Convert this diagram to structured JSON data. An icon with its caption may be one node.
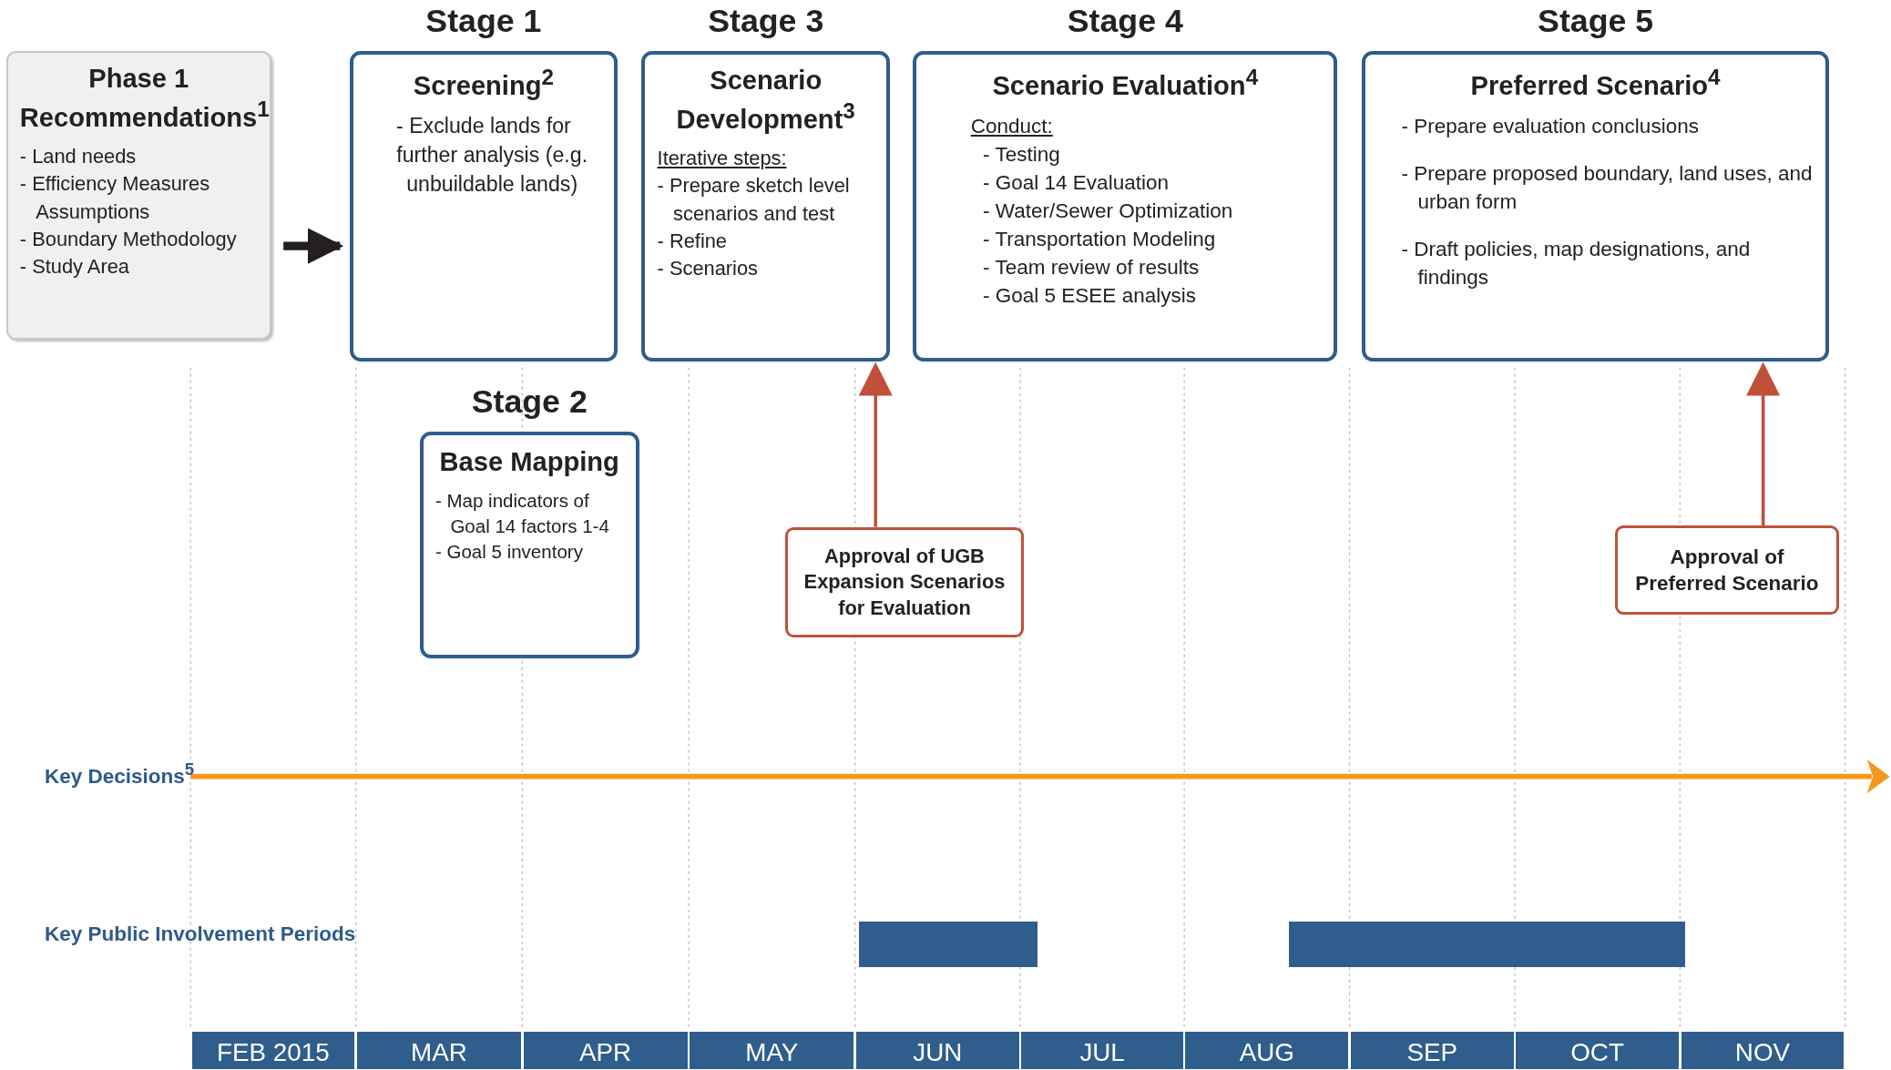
{
  "diagram": {
    "nodes": [
      {
        "text": [
          "Phase 1 Recommendations$^{1}$",
          "- Land needs",
          "- Efficiency Measures Assumptions",
          "- Boundary Methodology",
          "- Study Area"
        ]
      },
      {
        "text": [
          "Stage 1",
          "Screening$^{2}$",
          "- Exclude lands for further analysis (e.g. unbuildable lands)"
        ]
      },
      {
        "text": [
          "Stage 2",
          "Base Mapping",
          "- Map indicators of Goal 14 factors 1-4",
          "- Goal 5 inventory"
        ]
      },
      {
        "text": [
          "Stage 3",
          "Scenario Development$^{3}$",
          "Iterative steps:",
          "- Prepare sketch level scenarios and test",
          "- Refine",
          "- Scenarios"
        ]
      },
      {
        "text": [
          "Stage 4",
          "Scenario Evaluation$^{4}$",
          "Conduct:",
          "- Testing",
          "- Goal 14 Evaluation",
          "- Water/Sewer Optimization",
          "- Transportation Modeling",
          "- Team review of results",
          "- Goal 5 ESEE analysis"
        ]
      },
      {
        "text": [
          "Stage 5",
          "Preferred Scenario$^{4}$",
          "- Prepare evaluation conclusions",
          "- Prepare proposed boundary, land uses, and urban form",
          "- Draft policies, map designations, and findings"
        ]
      },
      {
        "text": [
          "Approval of UGB Expansion Scenarios for Evaluation"
        ]
      },
      {
        "text": [
          "Approval of Preferred Scenario"
        ]
      },
      {
        "text": [],
        "shape": "bar"
      },
      {
        "text": [],
        "shape": "bar"
      }
    ],
    "edges": [
      {
        "from": 0,
        "to": 1,
        "arrow": "to",
        "style": "thick",
        "color": "#231f20"
      },
      {
        "from": 6,
        "to": 3,
        "arrow": "to"
      },
      {
        "from": 7,
        "to": 5,
        "arrow": "to"
      }
    ],
    "labels": [
      "Key Decisions$^{5}$",
      "Key Public Involvement Periods",
      "FEB 2015",
      "MAR",
      "APR",
      "MAY",
      "JUN",
      "JUL",
      "AUG",
      "SEP",
      "OCT",
      "NOV"
    ]
  }
}
